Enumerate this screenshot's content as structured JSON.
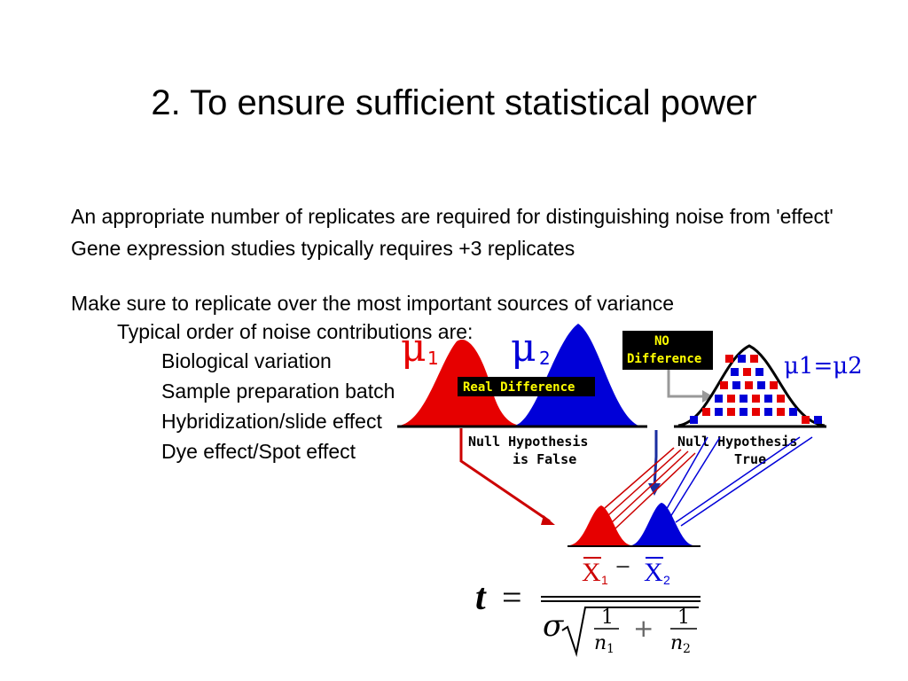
{
  "slide": {
    "title": "2. To ensure sufficient statistical power",
    "paragraphs": {
      "p1": "An appropriate number of replicates are required for distinguishing noise from 'effect'",
      "p2": "Gene expression studies typically requires +3 replicates",
      "p3": "Make sure to replicate over the most important sources of variance",
      "sub": "Typical order of noise contributions are:",
      "items": [
        "Biological variation",
        "Sample preparation batch",
        "Hybridization/slide effect",
        "Dye effect/Spot effect"
      ]
    }
  },
  "figure": {
    "mu1": "μ",
    "mu1_sub": "1",
    "mu2": "μ",
    "mu2_sub": "2",
    "real_difference": "Real  Difference",
    "no_difference_1": "NO",
    "no_difference_2": "Difference",
    "mu_equal": "μ1=μ2",
    "null_false_1": "Null  Hypothesis",
    "null_false_2": "is False",
    "null_true_1": "Null  Hypothesis",
    "null_true_2": "True",
    "xbar1": "X",
    "xbar1_sub": "1",
    "minus": "−",
    "xbar2": "X",
    "xbar2_sub": "2",
    "colors": {
      "red": "#e60000",
      "blue": "#0000d8"
    }
  },
  "formula": {
    "t": "t",
    "eq": "=",
    "sigma": "σ",
    "one": "1",
    "n1": "n",
    "n1_sub": "1",
    "plus": "+",
    "n2": "n",
    "n2_sub": "2"
  }
}
